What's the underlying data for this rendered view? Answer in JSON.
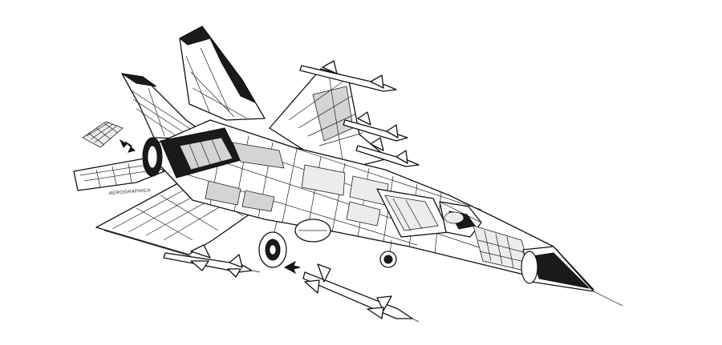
{
  "illustration": {
    "subject": "fighter-jet-cutaway",
    "style": "black-and-white technical line drawing",
    "signature": "AEROGRAPHICA",
    "annotations": [
      {
        "name": "arrow-to-exhaust-detail",
        "direction": "down-right"
      },
      {
        "name": "arrow-to-missile-detail",
        "direction": "left"
      }
    ]
  }
}
